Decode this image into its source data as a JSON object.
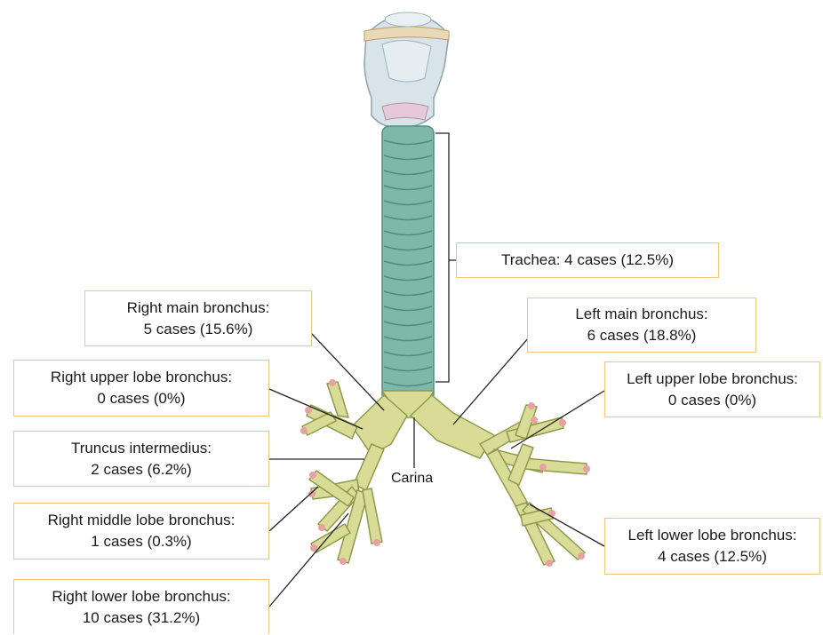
{
  "colors": {
    "box_border": "#f2c77a",
    "trachea_ring": "#7eb8a8",
    "trachea_dark": "#4f8f80",
    "bronchi_fill": "#d9dc96",
    "bronchi_stroke": "#8f9a4a",
    "larynx": "#d8e4ea",
    "tip": "#e8a0a0",
    "leader_line": "#222222"
  },
  "labels": {
    "trachea": {
      "line1": "Trachea: 4 cases (12.5%)"
    },
    "right_main": {
      "line1": "Right main bronchus:",
      "line2": "5 cases (15.6%)"
    },
    "left_main": {
      "line1": "Left main bronchus:",
      "line2": "6 cases (18.8%)"
    },
    "right_upper": {
      "line1": "Right upper lobe bronchus:",
      "line2": "0 cases (0%)"
    },
    "left_upper": {
      "line1": "Left upper lobe bronchus:",
      "line2": "0 cases (0%)"
    },
    "truncus": {
      "line1": "Truncus intermedius:",
      "line2": "2 cases (6.2%)"
    },
    "right_middle": {
      "line1": "Right middle lobe bronchus:",
      "line2": "1 cases (0.3%)"
    },
    "left_lower": {
      "line1": "Left lower lobe bronchus:",
      "line2": "4 cases (12.5%)"
    },
    "right_lower": {
      "line1": "Right lower lobe bronchus:",
      "line2": "10 cases (31.2%)"
    },
    "carina": "Carina"
  }
}
